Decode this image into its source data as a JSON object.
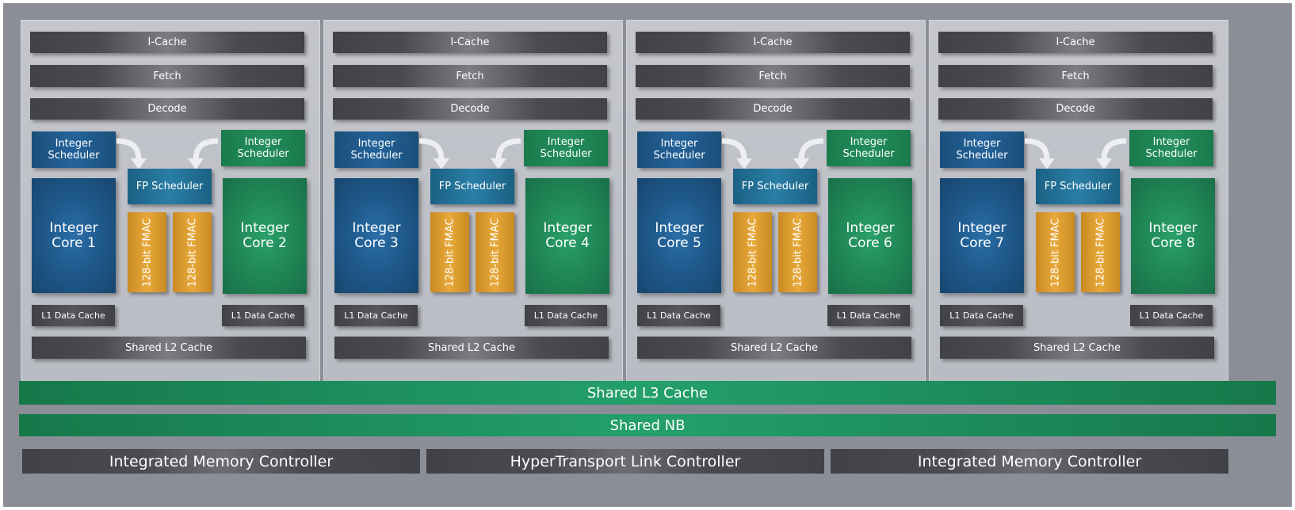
{
  "modules": [
    {
      "icache": "I-Cache",
      "fetch": "Fetch",
      "decode": "Decode",
      "left_scheduler": "Integer\nScheduler",
      "right_scheduler": "Integer\nScheduler",
      "fp_scheduler": "FP Scheduler",
      "left_core": "Integer\nCore 1",
      "right_core": "Integer\nCore 2",
      "fmac_a": "128-bit FMAC",
      "fmac_b": "128-bit FMAC",
      "left_l1": "L1 Data Cache",
      "right_l1": "L1 Data Cache",
      "l2": "Shared L2 Cache"
    },
    {
      "icache": "I-Cache",
      "fetch": "Fetch",
      "decode": "Decode",
      "left_scheduler": "Integer\nScheduler",
      "right_scheduler": "Integer\nScheduler",
      "fp_scheduler": "FP Scheduler",
      "left_core": "Integer\nCore 3",
      "right_core": "Integer\nCore 4",
      "fmac_a": "128-bit FMAC",
      "fmac_b": "128-bit FMAC",
      "left_l1": "L1 Data Cache",
      "right_l1": "L1 Data Cache",
      "l2": "Shared L2 Cache"
    },
    {
      "icache": "I-Cache",
      "fetch": "Fetch",
      "decode": "Decode",
      "left_scheduler": "Integer\nScheduler",
      "right_scheduler": "Integer\nScheduler",
      "fp_scheduler": "FP Scheduler",
      "left_core": "Integer\nCore 5",
      "right_core": "Integer\nCore 6",
      "fmac_a": "128-bit FMAC",
      "fmac_b": "128-bit FMAC",
      "left_l1": "L1 Data Cache",
      "right_l1": "L1 Data Cache",
      "l2": "Shared L2 Cache"
    },
    {
      "icache": "I-Cache",
      "fetch": "Fetch",
      "decode": "Decode",
      "left_scheduler": "Integer\nScheduler",
      "right_scheduler": "Integer\nScheduler",
      "fp_scheduler": "FP Scheduler",
      "left_core": "Integer\nCore 7",
      "right_core": "Integer\nCore 8",
      "fmac_a": "128-bit FMAC",
      "fmac_b": "128-bit FMAC",
      "left_l1": "L1 Data Cache",
      "right_l1": "L1 Data Cache",
      "l2": "Shared L2 Cache"
    }
  ],
  "shared_l3": "Shared L3 Cache",
  "shared_nb": "Shared NB",
  "controllers": {
    "left": "Integrated Memory Controller",
    "center": "HyperTransport Link Controller",
    "right": "Integrated Memory Controller"
  },
  "colors": {
    "frame": "#8b8e96",
    "module_panel": "#c4c6cc",
    "dark_bar": "#414247",
    "int_blue": "#1f5a8c",
    "int_green": "#218a58",
    "fmac_orange": "#e0a031",
    "shared_green": "#1f9463"
  }
}
